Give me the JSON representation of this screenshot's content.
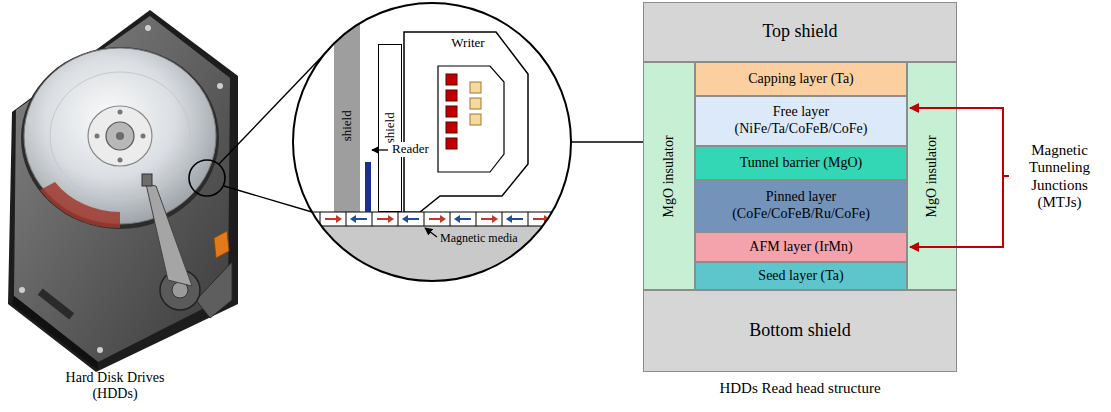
{
  "diagram": {
    "nodes": [
      {
        "text": [
          "shield"
        ]
      },
      {
        "text": [
          "Writer"
        ]
      },
      {
        "text": [
          "shield"
        ],
        "in": 1
      },
      {
        "text": [
          "Top shield"
        ]
      },
      {
        "text": [
          "MgO insulator"
        ]
      },
      {
        "text": [
          "Capping layer (Ta)"
        ]
      },
      {
        "text": [
          "Free layer (NiFe/Ta/CoFeB/CoFe)"
        ]
      },
      {
        "text": [
          "Tunnel barrier (MgO)"
        ]
      },
      {
        "text": [
          "Pinned layer (CoFe/CoFeB/Ru/CoFe)"
        ]
      },
      {
        "text": [
          "AFM layer (IrMn)"
        ]
      },
      {
        "text": [
          "Seed layer (Ta)"
        ]
      },
      {
        "text": [
          "MgO insulator"
        ]
      },
      {
        "text": [
          "Bottom shield"
        ]
      }
    ],
    "labels": [
      "Reader",
      "Magnetic media",
      "Hard Disk Drives (HDDs)",
      "HDDs Read head structure",
      "Magnetic Tunneling Junctions (MTJs)"
    ]
  }
}
